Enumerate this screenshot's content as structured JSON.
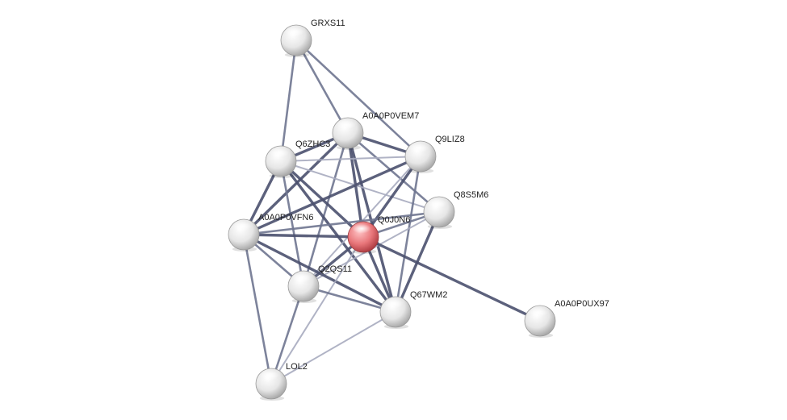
{
  "network": {
    "query_node": "Q0J0N6",
    "colors": {
      "query_node": "#e8767a",
      "node": "#e6e6e6",
      "edge_strong": "#4a506e",
      "edge_medium": "#6f7590",
      "edge_light": "#a7abbf",
      "label": "#222222"
    },
    "nodes": [
      {
        "id": "GRXS11"
      },
      {
        "id": "A0A0P0VEM7"
      },
      {
        "id": "Q9LIZ8"
      },
      {
        "id": "Q6ZHC3"
      },
      {
        "id": "Q8S5M6"
      },
      {
        "id": "A0A0P0VFN6"
      },
      {
        "id": "Q0J0N6"
      },
      {
        "id": "Q2QS11"
      },
      {
        "id": "Q67WM2"
      },
      {
        "id": "A0A0P0UX97"
      },
      {
        "id": "LOL2"
      }
    ],
    "edges": [
      {
        "source": "GRXS11",
        "target": "Q6ZHC3",
        "weight": 2
      },
      {
        "source": "GRXS11",
        "target": "A0A0P0VEM7",
        "weight": 2
      },
      {
        "source": "GRXS11",
        "target": "Q9LIZ8",
        "weight": 2
      },
      {
        "source": "A0A0P0VEM7",
        "target": "Q6ZHC3",
        "weight": 3
      },
      {
        "source": "A0A0P0VEM7",
        "target": "Q9LIZ8",
        "weight": 3
      },
      {
        "source": "A0A0P0VEM7",
        "target": "Q0J0N6",
        "weight": 3
      },
      {
        "source": "A0A0P0VEM7",
        "target": "A0A0P0VFN6",
        "weight": 3
      },
      {
        "source": "A0A0P0VEM7",
        "target": "Q2QS11",
        "weight": 2
      },
      {
        "source": "A0A0P0VEM7",
        "target": "Q67WM2",
        "weight": 3
      },
      {
        "source": "A0A0P0VEM7",
        "target": "Q8S5M6",
        "weight": 2
      },
      {
        "source": "Q6ZHC3",
        "target": "Q9LIZ8",
        "weight": 1
      },
      {
        "source": "Q6ZHC3",
        "target": "Q0J0N6",
        "weight": 3
      },
      {
        "source": "Q6ZHC3",
        "target": "A0A0P0VFN6",
        "weight": 3
      },
      {
        "source": "Q6ZHC3",
        "target": "Q2QS11",
        "weight": 2
      },
      {
        "source": "Q6ZHC3",
        "target": "Q67WM2",
        "weight": 3
      },
      {
        "source": "Q6ZHC3",
        "target": "Q8S5M6",
        "weight": 1
      },
      {
        "source": "Q9LIZ8",
        "target": "Q0J0N6",
        "weight": 3
      },
      {
        "source": "Q9LIZ8",
        "target": "A0A0P0VFN6",
        "weight": 3
      },
      {
        "source": "Q9LIZ8",
        "target": "Q67WM2",
        "weight": 2
      },
      {
        "source": "Q9LIZ8",
        "target": "Q2QS11",
        "weight": 1
      },
      {
        "source": "Q8S5M6",
        "target": "Q0J0N6",
        "weight": 2
      },
      {
        "source": "Q8S5M6",
        "target": "Q67WM2",
        "weight": 3
      },
      {
        "source": "Q8S5M6",
        "target": "A0A0P0VFN6",
        "weight": 2
      },
      {
        "source": "Q8S5M6",
        "target": "Q2QS11",
        "weight": 1
      },
      {
        "source": "A0A0P0VFN6",
        "target": "Q0J0N6",
        "weight": 3
      },
      {
        "source": "A0A0P0VFN6",
        "target": "Q2QS11",
        "weight": 2
      },
      {
        "source": "A0A0P0VFN6",
        "target": "Q67WM2",
        "weight": 3
      },
      {
        "source": "A0A0P0VFN6",
        "target": "LOL2",
        "weight": 2
      },
      {
        "source": "Q0J0N6",
        "target": "Q2QS11",
        "weight": 3
      },
      {
        "source": "Q0J0N6",
        "target": "Q67WM2",
        "weight": 3
      },
      {
        "source": "Q0J0N6",
        "target": "A0A0P0UX97",
        "weight": 3
      },
      {
        "source": "Q0J0N6",
        "target": "LOL2",
        "weight": 1
      },
      {
        "source": "Q2QS11",
        "target": "Q67WM2",
        "weight": 2
      },
      {
        "source": "Q2QS11",
        "target": "LOL2",
        "weight": 2
      },
      {
        "source": "Q67WM2",
        "target": "LOL2",
        "weight": 1
      }
    ]
  }
}
